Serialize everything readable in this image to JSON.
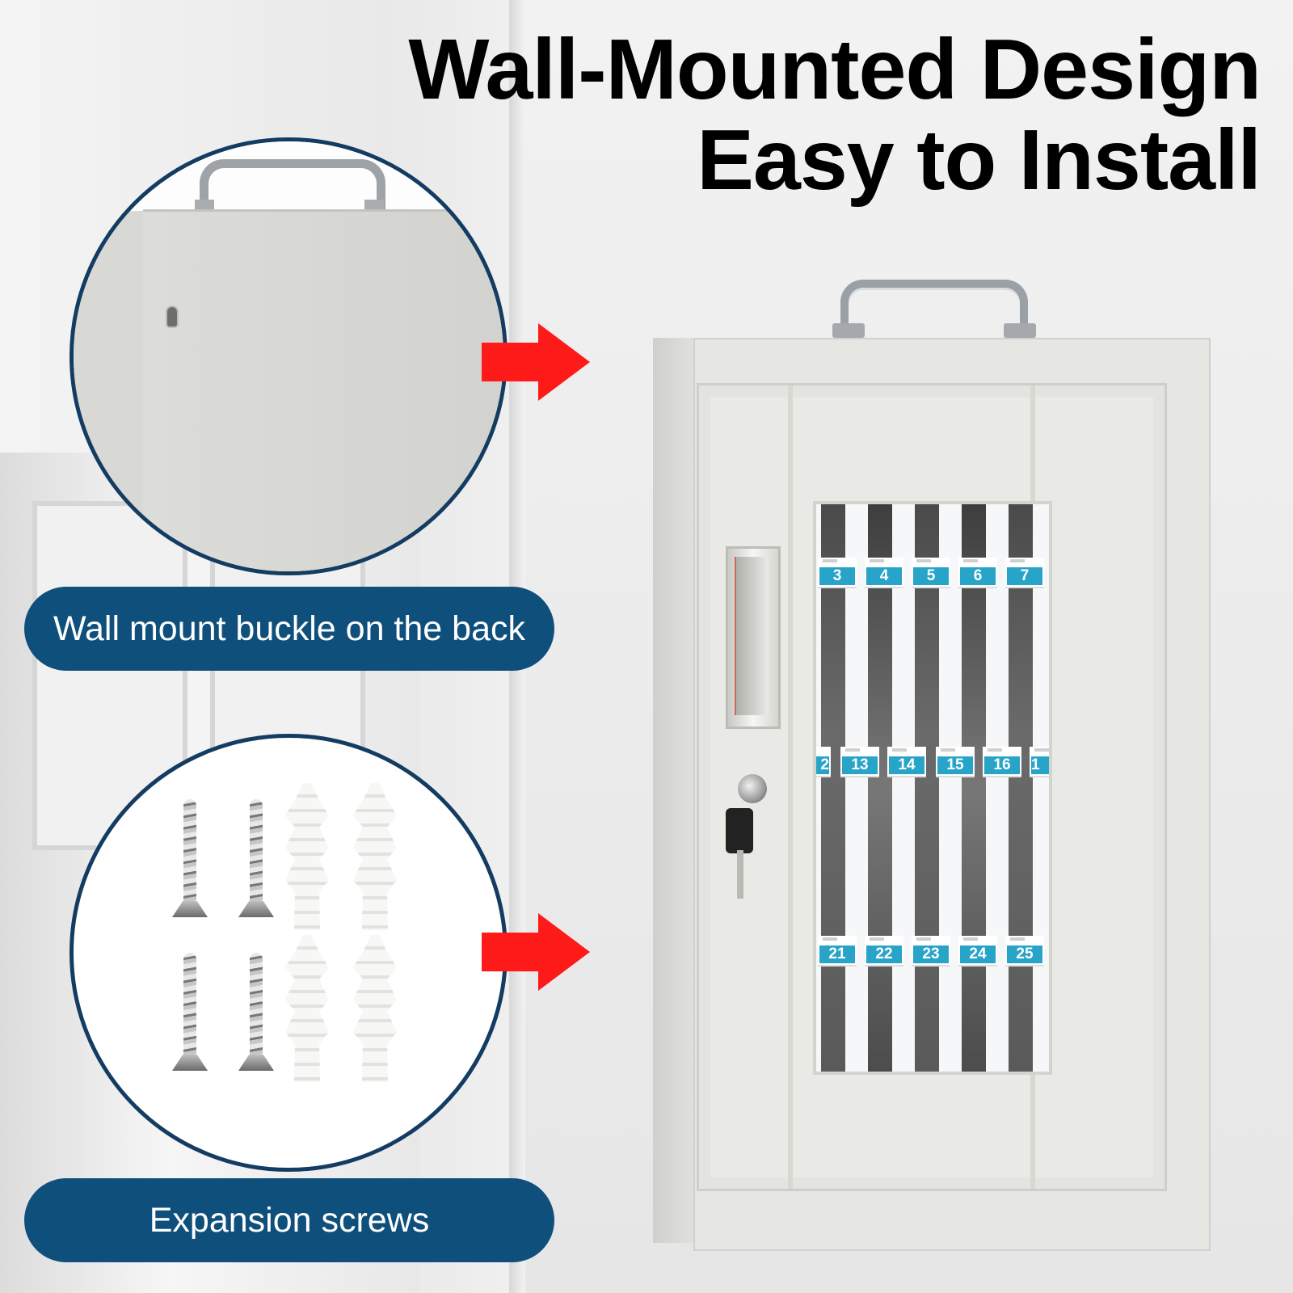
{
  "headline": {
    "line1": "Wall-Mounted Design",
    "line2": "Easy to Install"
  },
  "callouts": [
    {
      "label": "Wall mount buckle on the back",
      "icon": "keyhole-icon"
    },
    {
      "label": "Expansion screws",
      "icon": "screw-icon"
    }
  ],
  "cabinet": {
    "tag_rows": [
      [
        "3",
        "4",
        "5",
        "6",
        "7"
      ],
      [
        "2",
        "13",
        "14",
        "15",
        "16",
        "1"
      ],
      [
        "21",
        "22",
        "23",
        "24",
        "25"
      ]
    ]
  },
  "colors": {
    "pill": "#0f4f7b",
    "circle_border": "#143c62",
    "arrow": "#ff1a1a",
    "tag": "#29a4c9"
  }
}
